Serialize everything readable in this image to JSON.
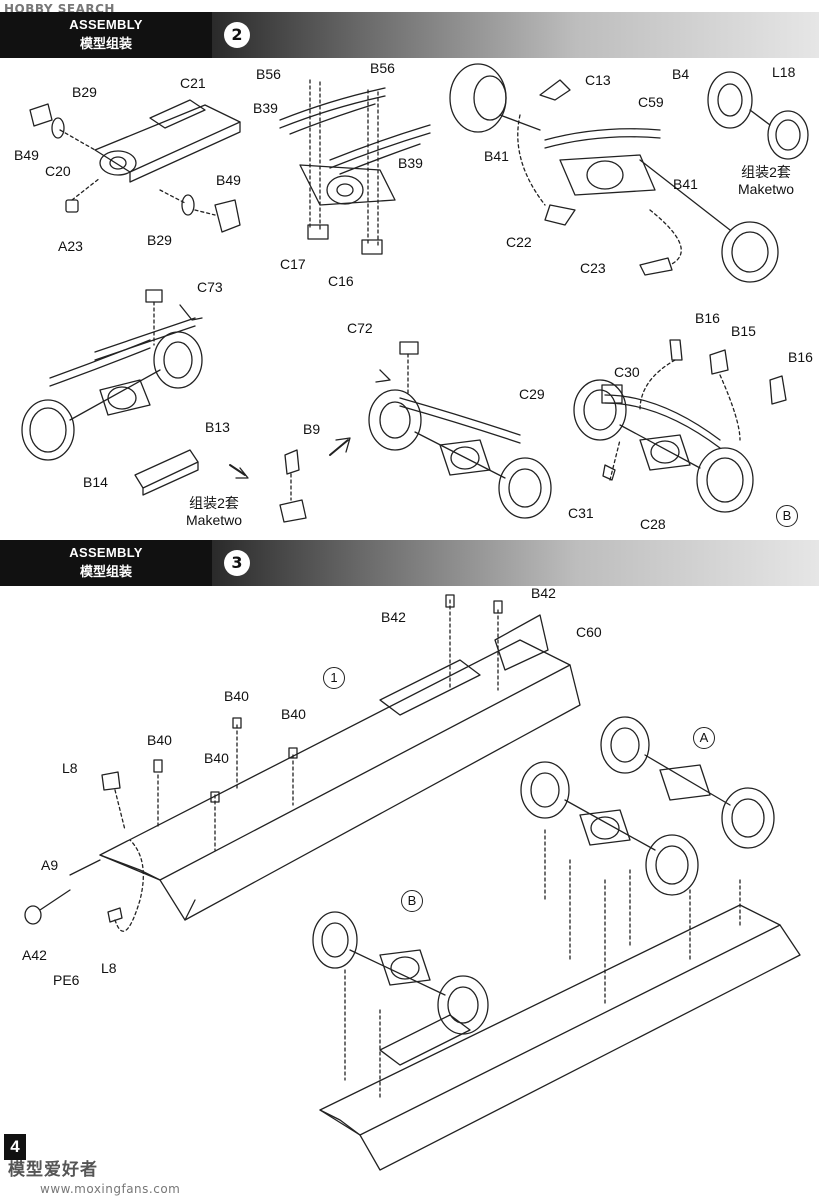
{
  "watermark_top": "HOBBY SEARCH",
  "sections": [
    {
      "title_en": "ASSEMBLY",
      "title_zh": "模型组装",
      "step": "2"
    },
    {
      "title_en": "ASSEMBLY",
      "title_zh": "模型组装",
      "step": "3"
    }
  ],
  "step2": {
    "labels": {
      "B29a": "B29",
      "C21": "C21",
      "B49a": "B49",
      "C20": "C20",
      "B49b": "B49",
      "A23": "A23",
      "B29b": "B29",
      "B56a": "B56",
      "B56b": "B56",
      "B39a": "B39",
      "B39b": "B39",
      "C17": "C17",
      "C16": "C16",
      "C13": "C13",
      "B4": "B4",
      "L18": "L18",
      "C59": "C59",
      "B41a": "B41",
      "B41b": "B41",
      "C22": "C22",
      "C23": "C23",
      "C73": "C73",
      "C72": "C72",
      "B16a": "B16",
      "B15": "B15",
      "B16b": "B16",
      "C30": "C30",
      "C29": "C29",
      "B13": "B13",
      "B9": "B9",
      "B14": "B14",
      "C31": "C31",
      "C28": "C28"
    },
    "make_two_a_zh": "组装2套",
    "make_two_a_en": "Maketwo",
    "make_two_b_zh": "组装2套",
    "make_two_b_en": "Maketwo",
    "callout_B": "B"
  },
  "step3": {
    "labels": {
      "B42a": "B42",
      "B42b": "B42",
      "C60": "C60",
      "B40a": "B40",
      "B40b": "B40",
      "B40c": "B40",
      "B40d": "B40",
      "L8a": "L8",
      "A9": "A9",
      "A42": "A42",
      "PE6": "PE6",
      "L8b": "L8"
    },
    "callout_1": "1",
    "callout_A": "A",
    "callout_B": "B"
  },
  "page_number": "4",
  "footer_logo": "模型爱好者",
  "footer_url": "www.moxingfans.com"
}
